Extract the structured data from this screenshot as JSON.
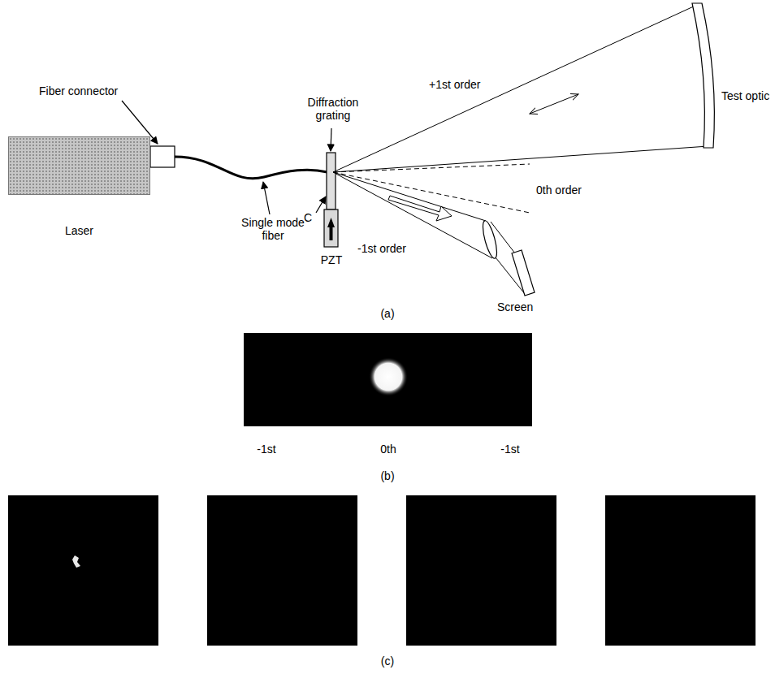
{
  "diagram": {
    "nodes": [
      {
        "text": [
          "Laser"
        ]
      }
    ],
    "labels": [
      "Fiber connector",
      "Single mode fiber",
      "Diffraction grating",
      "C",
      "PZT",
      "+1st order",
      "0th order",
      "-1st order",
      "Test optic",
      "Screen",
      "(a)",
      "-1st",
      "0th",
      "-1st",
      "(b)",
      "(c)"
    ]
  }
}
